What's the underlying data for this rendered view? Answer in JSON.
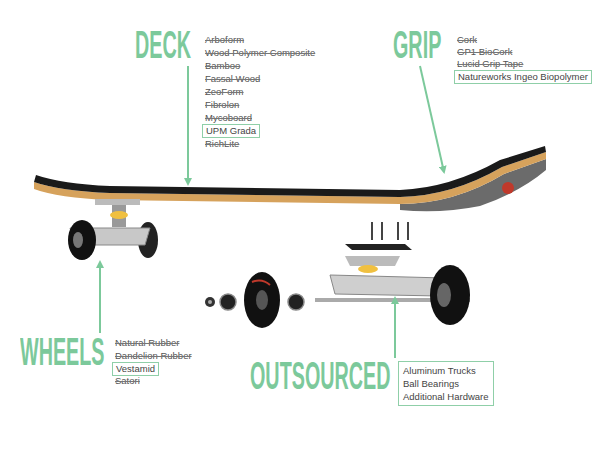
{
  "diagram": {
    "nodes": [
      {
        "text": [
          "UPM Grada"
        ]
      },
      {
        "text": [
          "Natureworks Ingeo Biopolymer"
        ]
      },
      {
        "text": [
          "Vestamid"
        ]
      },
      {
        "text": [
          "Aluminum Trucks",
          "Ball Bearings",
          "Additional Hardware"
        ]
      }
    ],
    "labels": [
      "DECK",
      "Arboform",
      "Wood Polymer Composite",
      "Bamboo",
      "Fassal Wood",
      "ZeoForm",
      "Fibrolon",
      "Mycoboard",
      "RichLite",
      "GRIP",
      "Cork",
      "GP1 BioCork",
      "Lucid Grip Tape",
      "WHEELS",
      "Natural Rubber",
      "Dandelion Rubber",
      "Satori",
      "OUTSOURCED"
    ]
  }
}
